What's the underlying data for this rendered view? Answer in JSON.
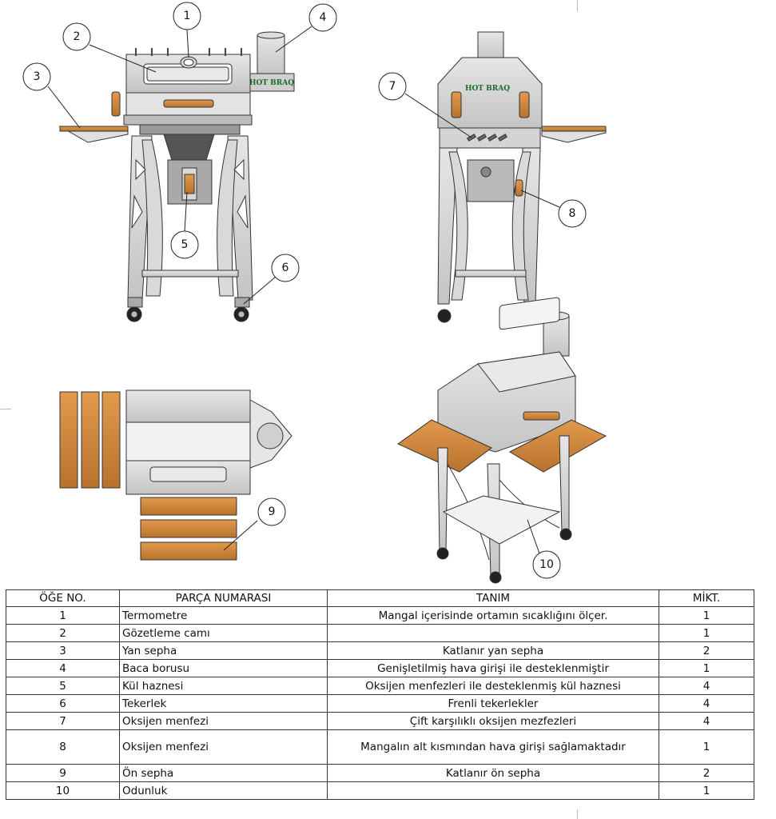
{
  "columns": [
    "ÖĞE NO.",
    "PARÇA NUMARASI",
    "TANIM",
    "MİKT."
  ],
  "rows": [
    {
      "no": "1",
      "part": "Termometre",
      "desc": "Mangal içerisinde ortamın sıcaklığını ölçer.",
      "qty": "1"
    },
    {
      "no": "2",
      "part": "Gözetleme camı",
      "desc": "",
      "qty": "1"
    },
    {
      "no": "3",
      "part": "Yan sepha",
      "desc": "Katlanır yan sepha",
      "qty": "2"
    },
    {
      "no": "4",
      "part": "Baca borusu",
      "desc": "Genişletilmiş hava girişi ile desteklenmiştir",
      "qty": "1"
    },
    {
      "no": "5",
      "part": "Kül haznesi",
      "desc": "Oksijen menfezleri ile desteklenmiş kül haznesi",
      "qty": "4"
    },
    {
      "no": "6",
      "part": "Tekerlek",
      "desc": "Frenli tekerlekler",
      "qty": "4"
    },
    {
      "no": "7",
      "part": "Oksijen menfezi",
      "desc": "Çift karşılıklı oksijen mezfezleri",
      "qty": "4"
    },
    {
      "no": "8",
      "part": "Oksijen menfezi",
      "desc": "Mangalın alt kısmından hava girişi sağlamaktadır",
      "qty": "1"
    },
    {
      "no": "9",
      "part": "Ön sepha",
      "desc": "Katlanır ön sepha",
      "qty": "2"
    },
    {
      "no": "10",
      "part": "Odunluk",
      "desc": "",
      "qty": "1"
    }
  ],
  "callouts": [
    "1",
    "2",
    "3",
    "4",
    "5",
    "6",
    "7",
    "8",
    "9",
    "10"
  ],
  "logo_text": "HOT BRAQ",
  "colors": {
    "steel": "#cfcfcf",
    "steel_dark": "#8a8a8a",
    "wood": "#d08a3e",
    "wood_dark": "#9c5f22",
    "line": "#333333",
    "logo": "#1d6b2b"
  }
}
